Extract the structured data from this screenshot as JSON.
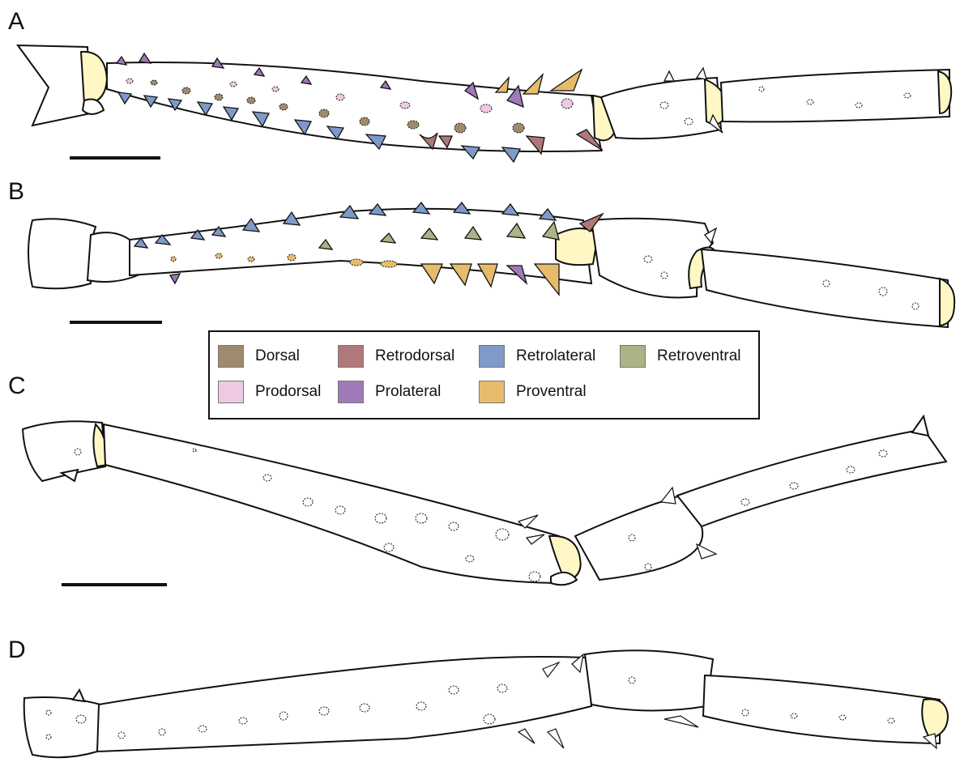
{
  "panels": [
    {
      "label": "A"
    },
    {
      "label": "B"
    },
    {
      "label": "C"
    },
    {
      "label": "D"
    }
  ],
  "legend": [
    {
      "label": "Dorsal",
      "color": "#9e8a6c"
    },
    {
      "label": "Retrodorsal",
      "color": "#b07878"
    },
    {
      "label": "Retrolateral",
      "color": "#7f9ac8"
    },
    {
      "label": "Retroventral",
      "color": "#aab484"
    },
    {
      "label": "Prodorsal",
      "color": "#efc9e3"
    },
    {
      "label": "Prolateral",
      "color": "#a07ab8"
    },
    {
      "label": "Proventral",
      "color": "#e6bc6c"
    }
  ],
  "joint_color": "#fff8c4",
  "outline_color": "#111111"
}
